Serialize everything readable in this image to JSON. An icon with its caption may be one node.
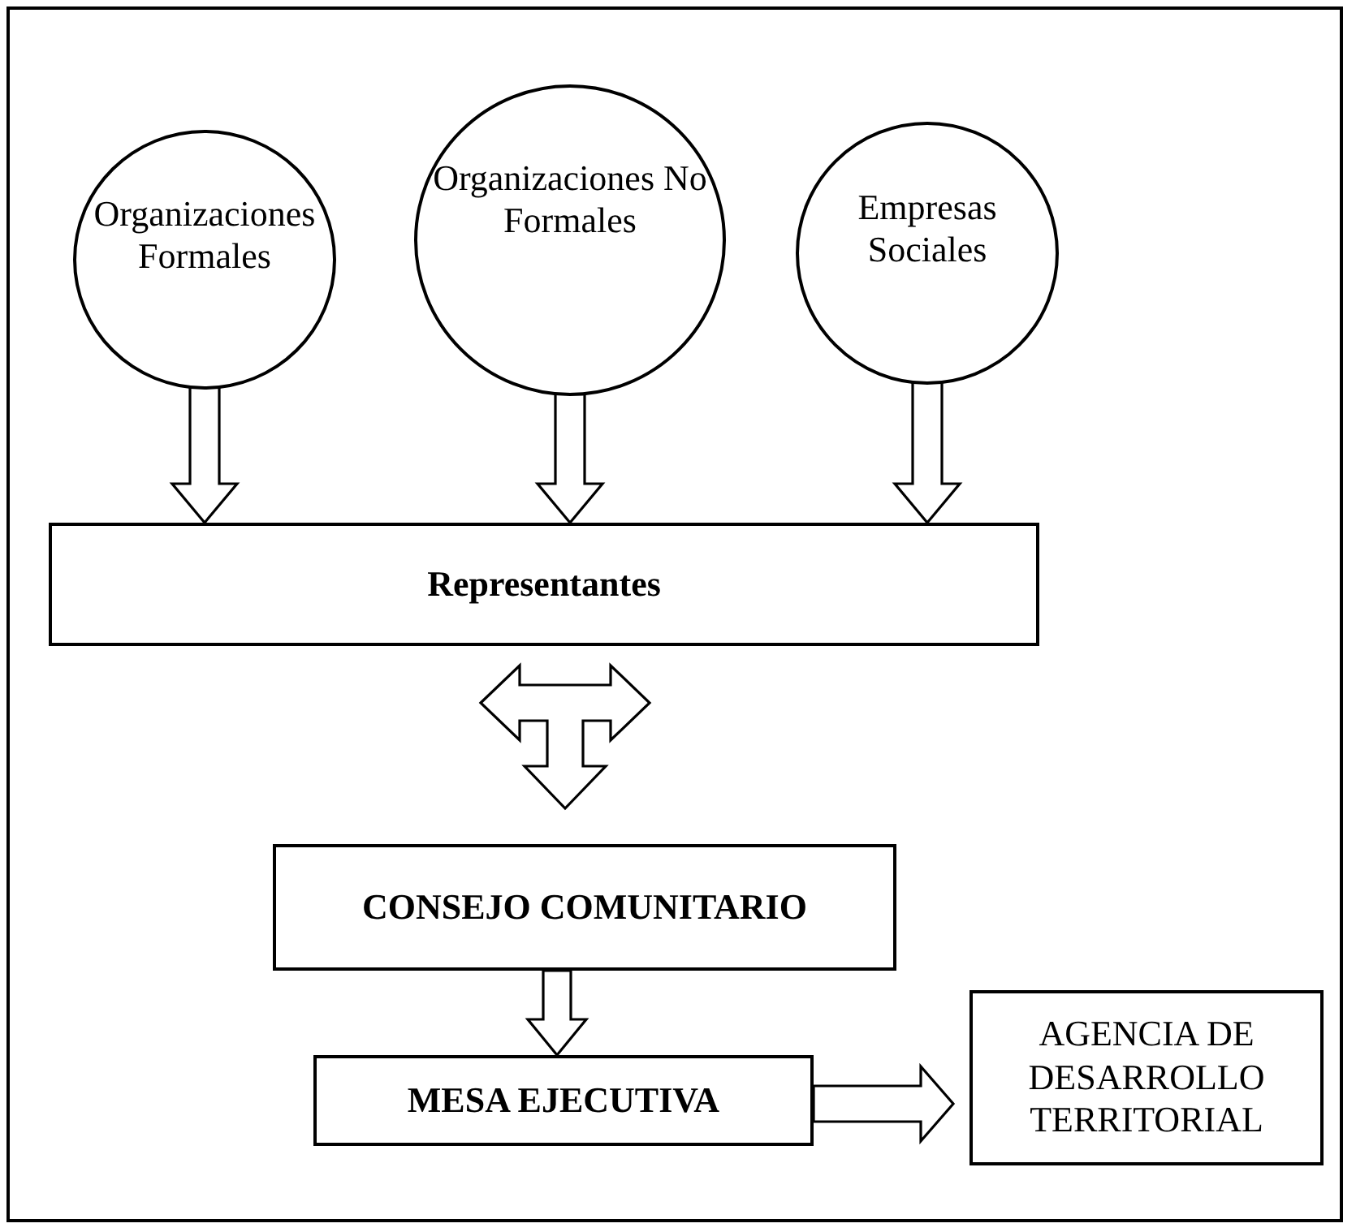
{
  "diagram": {
    "nodes": [
      {
        "text": [
          "Organizaciones Formales"
        ]
      },
      {
        "text": [
          "Organizaciones No Formales"
        ]
      },
      {
        "text": [
          "Empresas Sociales"
        ]
      },
      {
        "text": [
          "Representantes"
        ]
      },
      {
        "text": [
          "CONSEJO COMUNITARIO"
        ]
      },
      {
        "text": [
          "MESA EJECUTIVA"
        ]
      },
      {
        "text": [
          "AGENCIA DE DESARROLLO TERRITORIAL"
        ]
      }
    ],
    "edges": [
      {
        "from": 0,
        "to": 3,
        "arrow": "to"
      },
      {
        "from": 1,
        "to": 3,
        "arrow": "to"
      },
      {
        "from": 2,
        "to": 3,
        "arrow": "to"
      },
      {
        "from": 3,
        "to": 4,
        "arrow": "to"
      },
      {
        "from": 4,
        "to": 5,
        "arrow": "to"
      },
      {
        "from": 5,
        "to": 6,
        "arrow": "to"
      }
    ]
  }
}
